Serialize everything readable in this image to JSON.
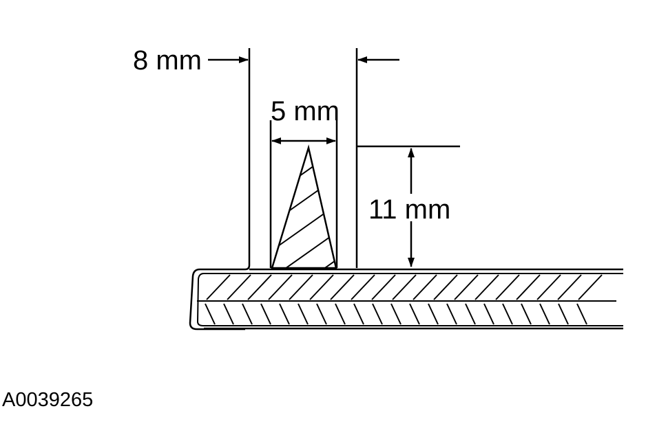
{
  "labels": {
    "outer_width": "8 mm",
    "bead_width": "5 mm",
    "bead_height": "11 mm",
    "figure_id": "A0039265"
  }
}
